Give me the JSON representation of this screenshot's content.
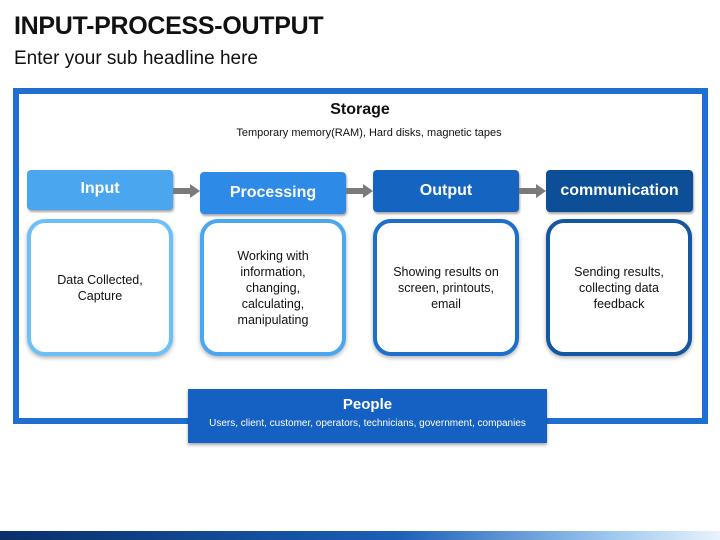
{
  "slide": {
    "title": "INPUT-PROCESS-OUTPUT",
    "subtitle": "Enter your sub headline here"
  },
  "storage": {
    "title": "Storage",
    "description": "Temporary memory(RAM), Hard disks, magnetic tapes"
  },
  "stages": [
    {
      "label": "Input",
      "description": "Data Collected, Capture",
      "color": "#4aa7ef"
    },
    {
      "label": "Processing",
      "description": "Working with information, changing, calculating, manipulating",
      "color": "#2d8ae6"
    },
    {
      "label": "Output",
      "description": "Showing results on screen, printouts, email",
      "color": "#1565c0"
    },
    {
      "label": "communication",
      "description": "Sending results, collecting data feedback",
      "color": "#0d4f96"
    }
  ],
  "people": {
    "title": "People",
    "description": "Users, client, customer, operators, technicians, government, companies"
  },
  "colors": {
    "frame": "#1e6fcf",
    "arrow": "#7a7a7a",
    "people_bg": "#1561c3"
  }
}
